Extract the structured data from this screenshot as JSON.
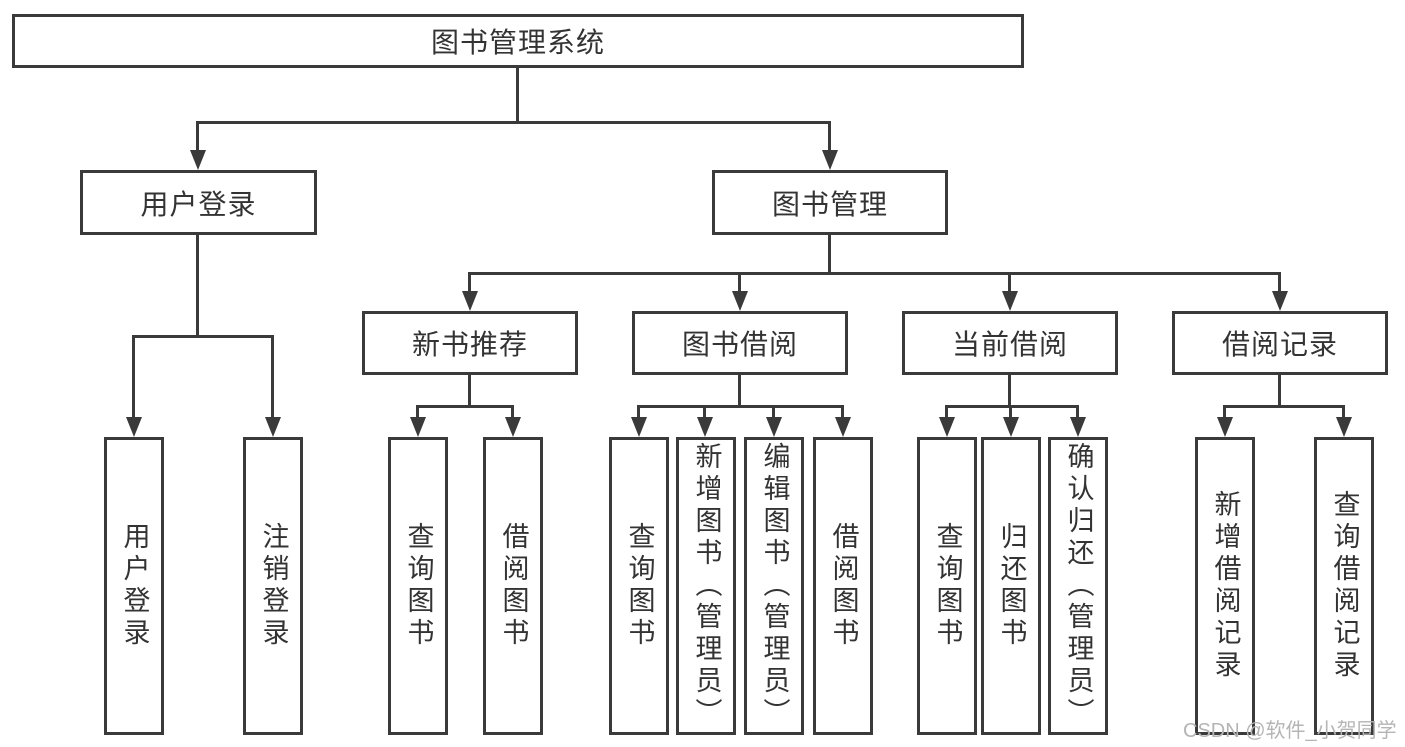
{
  "colors": {
    "line": "#3a3a3a",
    "text": "#333333",
    "box_background": "#ffffff",
    "page_background": "#ffffff",
    "watermark": "#b5b5b5"
  },
  "watermark": {
    "text": "CSDN @软件_小贺同学"
  },
  "tree": {
    "label": "图书管理系统",
    "children": [
      {
        "label": "用户登录",
        "children": [
          {
            "label": "用户登录"
          },
          {
            "label": "注销登录"
          }
        ]
      },
      {
        "label": "图书管理",
        "children": [
          {
            "label": "新书推荐",
            "children": [
              {
                "label": "查询图书"
              },
              {
                "label": "借阅图书"
              }
            ]
          },
          {
            "label": "图书借阅",
            "children": [
              {
                "label": "查询图书"
              },
              {
                "label": "新增图书（管理员）"
              },
              {
                "label": "编辑图书（管理员）"
              },
              {
                "label": "借阅图书"
              }
            ]
          },
          {
            "label": "当前借阅",
            "children": [
              {
                "label": "查询图书"
              },
              {
                "label": "归还图书"
              },
              {
                "label": "确认归还（管理员）"
              }
            ]
          },
          {
            "label": "借阅记录",
            "children": [
              {
                "label": "新增借阅记录"
              },
              {
                "label": "查询借阅记录"
              }
            ]
          }
        ]
      }
    ]
  }
}
